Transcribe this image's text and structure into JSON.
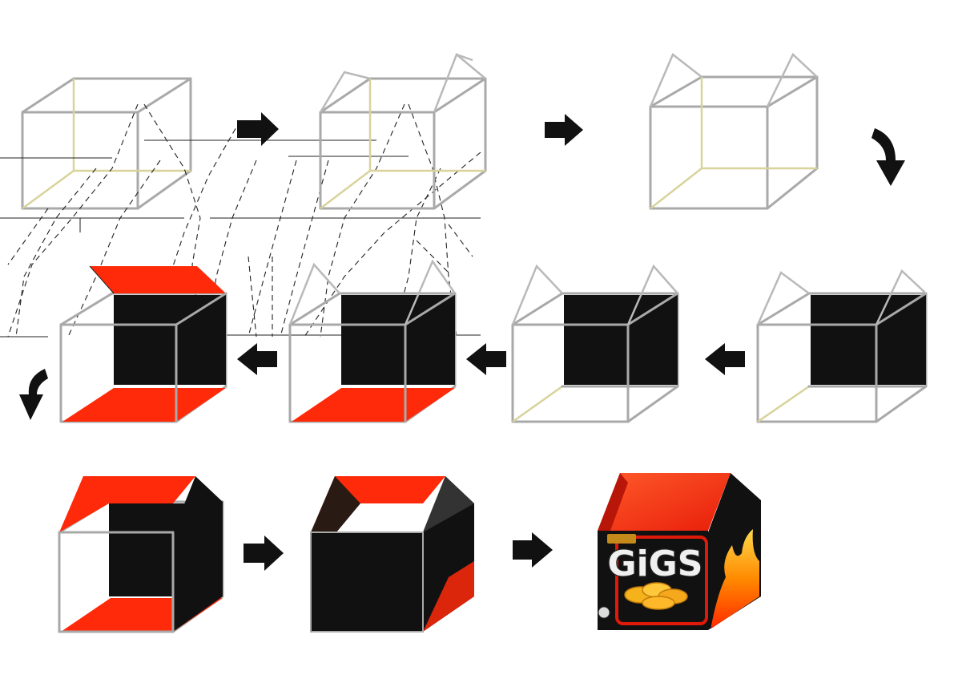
{
  "diagram": {
    "steps": [
      {
        "id": "step-1",
        "state": "wireframe-box-with-fold-guides"
      },
      {
        "id": "step-2",
        "state": "wireframe-box-with-side-gussets"
      },
      {
        "id": "step-3",
        "state": "wireframe-box-gussets-folded"
      },
      {
        "id": "step-4",
        "state": "back-panel-black"
      },
      {
        "id": "step-5",
        "state": "back-panel-black"
      },
      {
        "id": "step-6",
        "state": "bottom-panel-red"
      },
      {
        "id": "step-7",
        "state": "top-and-bottom-panels-red-with-fold-lines"
      },
      {
        "id": "step-8",
        "state": "roof-panel-red-open-front"
      },
      {
        "id": "step-9",
        "state": "closed-box-black"
      },
      {
        "id": "step-10",
        "state": "finished-printed-package"
      }
    ],
    "arrows": [
      "right",
      "right",
      "down-curve",
      "left",
      "left",
      "left",
      "down-curve",
      "right",
      "right"
    ],
    "package": {
      "brand": "GiGS",
      "badge": "",
      "colors": {
        "roof": "#ff3b1a",
        "panel": "#111111",
        "flame": "#ff7a00",
        "chips": "#f5b21b"
      }
    },
    "colors": {
      "red": "#ff2a0a",
      "black": "#111111",
      "wire": "#a9a9a9"
    }
  }
}
